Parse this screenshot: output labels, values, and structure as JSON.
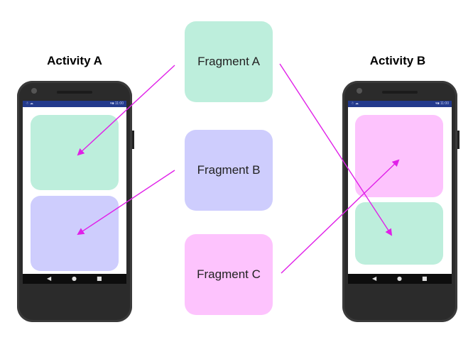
{
  "activities": [
    {
      "title": "Activity A",
      "status_left": "☃ ☁",
      "status_right": "▾■ 11:00",
      "slots": [
        "Fragment A",
        "Fragment B"
      ]
    },
    {
      "title": "Activity B",
      "status_left": "☃ ☁",
      "status_right": "▾■ 11:00",
      "slots": [
        "Fragment C",
        "Fragment A"
      ]
    }
  ],
  "fragments": [
    {
      "label": "Fragment A",
      "color": "#bdeedc"
    },
    {
      "label": "Fragment B",
      "color": "#cecdfd"
    },
    {
      "label": "Fragment C",
      "color": "#fdc3fd"
    }
  ],
  "nav": {
    "back": "◀",
    "home": "●",
    "recents": "■"
  },
  "arrow_color": "#e020e8"
}
